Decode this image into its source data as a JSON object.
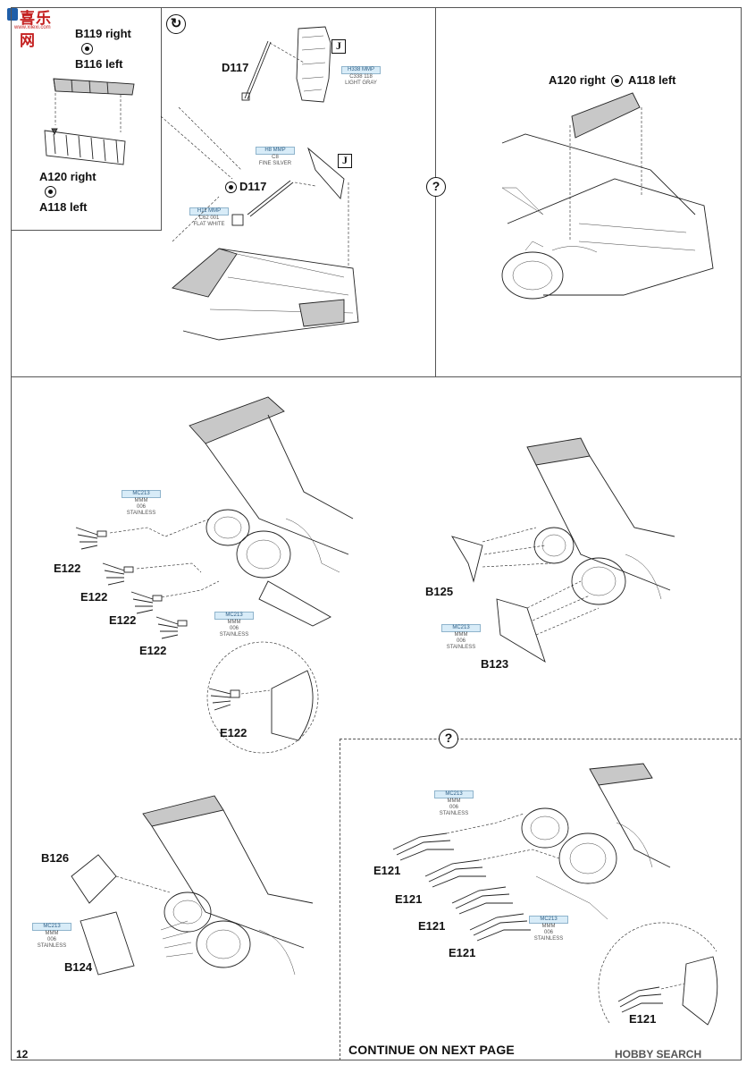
{
  "logo": {
    "text": "喜乐网",
    "url_text": "www.xilexi.com"
  },
  "watermark": "HOBBY SEARCH",
  "page_number": "12",
  "footer": {
    "continue": "CONTINUE ON NEXT PAGE"
  },
  "step_top": {
    "symbol": "↻",
    "inset": {
      "label_b119": "B119 right",
      "label_b116": "B116 left",
      "label_a120": "A120 right",
      "label_a118": "A118 left"
    },
    "part_d117_upper": "D117",
    "part_d117_lower": "D117",
    "j_mark_upper": "J",
    "j_mark_lower": "J",
    "paint_gray": {
      "code": "H338 MMP",
      "line2": "C338 118",
      "line3": "LIGHT GRAY"
    },
    "paint_silver": {
      "code": "H8 MMP",
      "line2": "C8",
      "line3": "FINE SILVER"
    },
    "paint_white": {
      "code": "H11 MMP",
      "line2": "C62 001",
      "line3": "FLAT WHITE"
    },
    "option_symbol": "?",
    "right_label": "A120 right",
    "left_label": "A118 left"
  },
  "step_mid_left": {
    "paint_top": {
      "code": "MC213",
      "line2": "MMM",
      "line3": "006",
      "line4": "STAINLESS"
    },
    "paint_bottom": {
      "code": "MC213",
      "line2": "MMM",
      "line3": "006",
      "line4": "STAINLESS"
    },
    "parts": [
      "E122",
      "E122",
      "E122",
      "E122"
    ],
    "detail_part": "E122"
  },
  "step_mid_right": {
    "paint": {
      "code": "MC213",
      "line2": "MMM",
      "line3": "006",
      "line4": "STAINLESS"
    },
    "part_b125": "B125",
    "part_b123": "B123"
  },
  "step_bottom_left": {
    "paint": {
      "code": "MC213",
      "line2": "MMM",
      "line3": "006",
      "line4": "STAINLESS"
    },
    "part_b126": "B126",
    "part_b124": "B124"
  },
  "step_bottom_right": {
    "option_symbol": "?",
    "paint_top": {
      "code": "MC213",
      "line2": "MMM",
      "line3": "006",
      "line4": "STAINLESS"
    },
    "paint_bottom": {
      "code": "MC213",
      "line2": "MMM",
      "line3": "006",
      "line4": "STAINLESS"
    },
    "parts": [
      "E121",
      "E121",
      "E121",
      "E121"
    ],
    "detail_part": "E121"
  }
}
